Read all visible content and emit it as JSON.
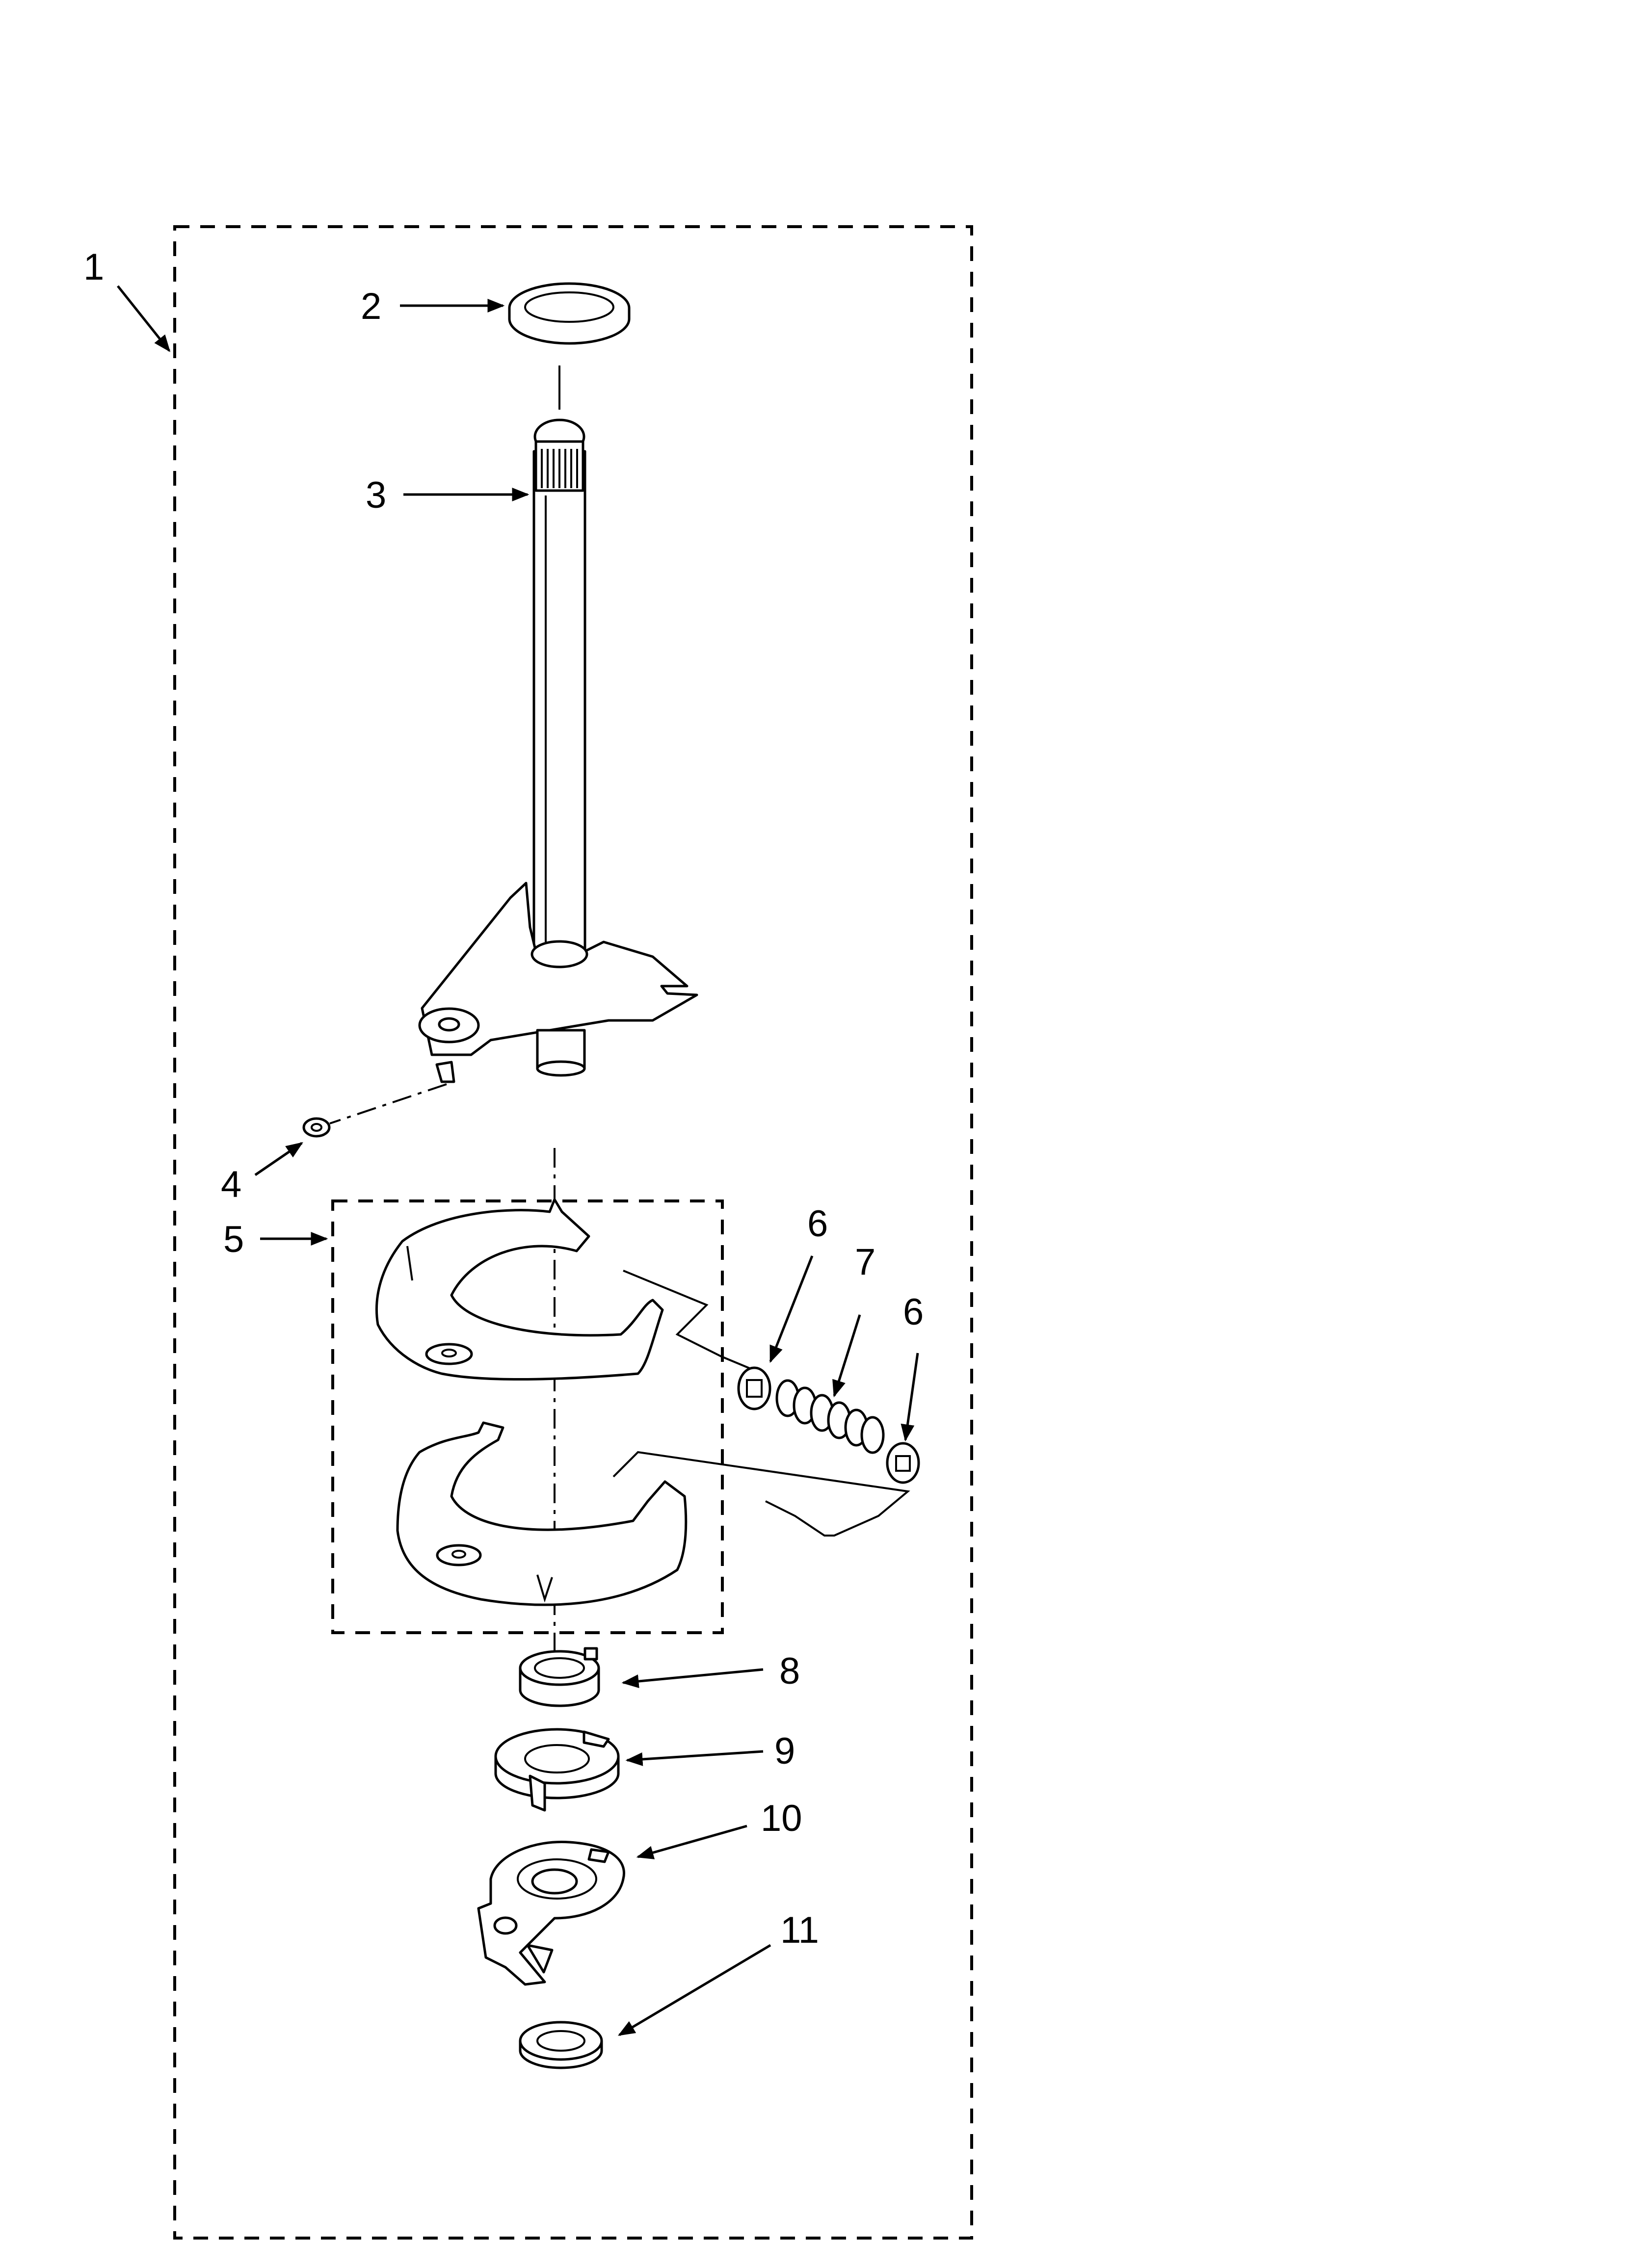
{
  "callouts": {
    "c1": "1",
    "c2": "2",
    "c3": "3",
    "c4": "4",
    "c5": "5",
    "c6a": "6",
    "c7": "7",
    "c6b": "6",
    "c8": "8",
    "c9": "9",
    "c10": "10",
    "c11": "11"
  }
}
